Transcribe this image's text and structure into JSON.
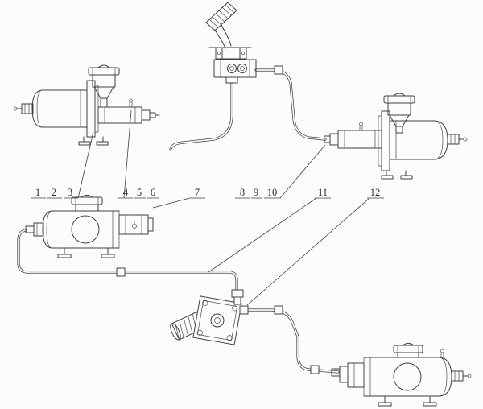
{
  "meta": {
    "background_color": "#fcfcfc",
    "line_color": "#3f3f3f",
    "text_color": "#2d2d2d"
  },
  "diagram": {
    "kind": "engineering line diagram",
    "subject": "pedal-operated hydraulic brake booster piping schematic with numbered part callouts",
    "callout_labels": [
      "1",
      "2",
      "3",
      "4",
      "5",
      "6",
      "7",
      "8",
      "9",
      "10",
      "11",
      "12"
    ]
  }
}
